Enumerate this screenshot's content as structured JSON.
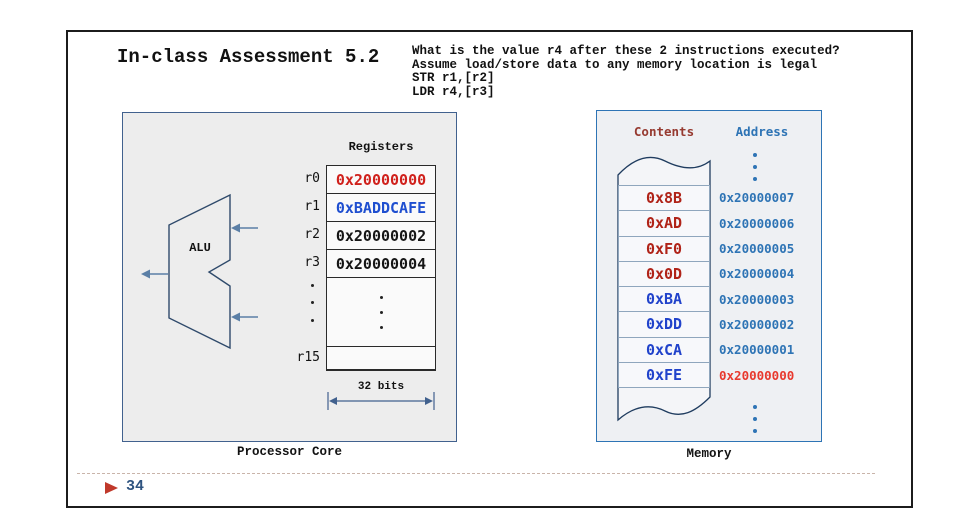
{
  "slide": {
    "title": "In-class Assessment 5.2",
    "question_lines": [
      "What is the value r4 after these 2 instructions executed?",
      "Assume load/store data to any memory location is legal",
      "STR r1,[r2]",
      "LDR r4,[r3]"
    ],
    "page_number": "34"
  },
  "processor": {
    "caption": "Processor Core",
    "alu_label": "ALU",
    "registers": {
      "header": "Registers",
      "width_label": "32 bits",
      "rows": [
        {
          "name": "r0",
          "value": "0x20000000"
        },
        {
          "name": "r1",
          "value": "0xBADDCAFE"
        },
        {
          "name": "r2",
          "value": "0x20000002"
        },
        {
          "name": "r3",
          "value": "0x20000004"
        }
      ],
      "last_row_name": "r15",
      "last_row_value": ""
    }
  },
  "memory": {
    "caption": "Memory",
    "contents_header": "Contents",
    "address_header": "Address",
    "cells": [
      {
        "value": "0x8B",
        "address": "0x20000007"
      },
      {
        "value": "0xAD",
        "address": "0x20000006"
      },
      {
        "value": "0xF0",
        "address": "0x20000005"
      },
      {
        "value": "0x0D",
        "address": "0x20000004"
      },
      {
        "value": "0xBA",
        "address": "0x20000003"
      },
      {
        "value": "0xDD",
        "address": "0x20000002"
      },
      {
        "value": "0xCA",
        "address": "0x20000001"
      },
      {
        "value": "0xFE",
        "address": "0x20000000"
      }
    ]
  },
  "colors": {
    "value-red": "#d0211c",
    "value-blue": "#1f4fd0",
    "content-red": "#b02318",
    "content-blue": "#2143cb",
    "address-blue": "#2e74b5",
    "address-red": "#e8392e",
    "contents-header": "#963a30",
    "box-border": "#41618e",
    "mem-border": "#2e74b5",
    "arrow": "#5b7fa6",
    "wave": "#1f3c5f",
    "page-num": "#2f5480",
    "triangle": "#c0392b",
    "dash": "#c9b4aa"
  }
}
